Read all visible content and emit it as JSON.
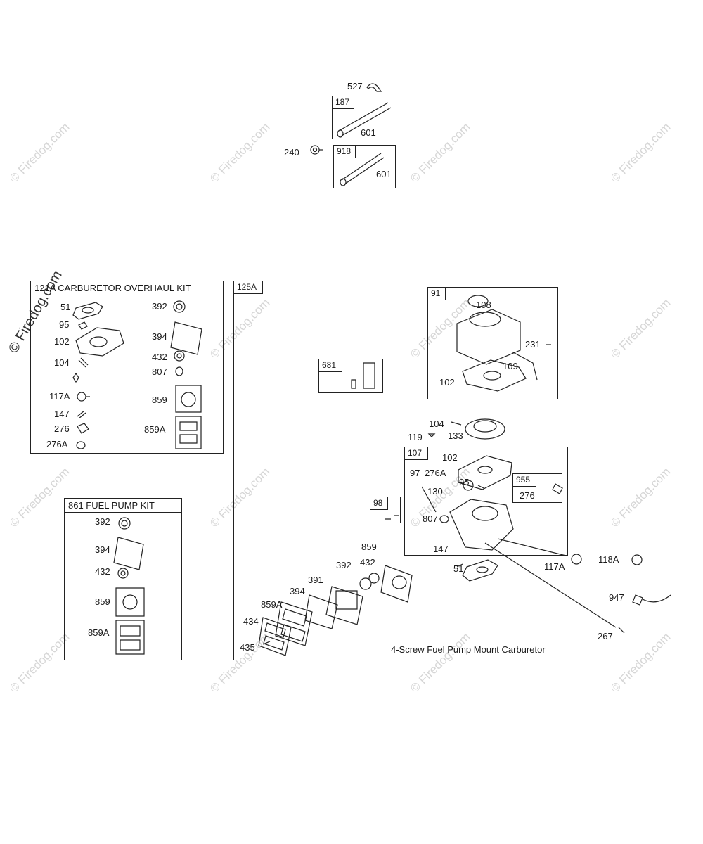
{
  "watermark": "© Firedog.com",
  "top_group": {
    "callouts": [
      "527",
      "240"
    ],
    "tube_boxes": [
      {
        "tag": "187",
        "part": "601"
      },
      {
        "tag": "918",
        "part": "601"
      }
    ]
  },
  "overhaul_kit": {
    "title": "121A CARBURETOR OVERHAUL KIT",
    "left_parts": [
      "51",
      "95",
      "102",
      "104",
      "117A",
      "147",
      "276",
      "276A"
    ],
    "right_parts": [
      "392",
      "394",
      "432",
      "807",
      "859",
      "859A"
    ]
  },
  "fuel_pump_kit": {
    "title": "861 FUEL PUMP KIT",
    "parts": [
      "392",
      "394",
      "432",
      "859",
      "859A"
    ]
  },
  "carburetor": {
    "tag": "125A",
    "caption": "4-Screw Fuel Pump Mount Carburetor",
    "sub_boxes": {
      "b681": {
        "tag": "681"
      },
      "b91": {
        "tag": "91",
        "parts": [
          "108",
          "231",
          "109",
          "102"
        ]
      },
      "b107": {
        "tag": "107",
        "parts": [
          "102",
          "97",
          "276A",
          "95",
          "130",
          "807",
          "147"
        ]
      },
      "b955": {
        "tag": "955",
        "part": "276"
      },
      "b98": {
        "tag": "98"
      }
    },
    "parts": [
      "104",
      "119",
      "133",
      "51",
      "117A",
      "859",
      "392",
      "432",
      "391",
      "394",
      "859A",
      "434",
      "435"
    ]
  },
  "outside_parts": [
    "118A",
    "947",
    "267"
  ]
}
